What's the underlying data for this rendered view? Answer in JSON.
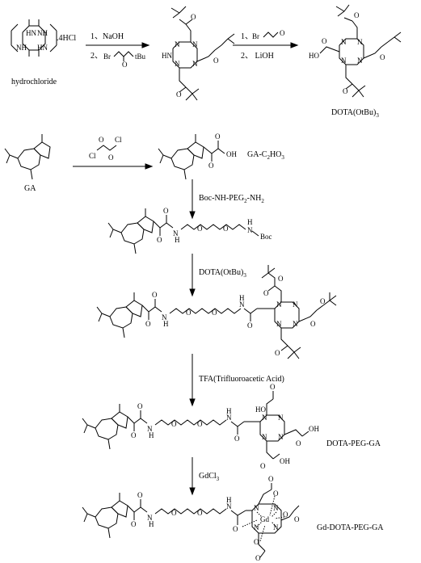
{
  "reagents": {
    "step1_a": "1、NaOH",
    "step1_b_num": "2、",
    "step1_b_tBu": "tBu",
    "step2_a_num": "1、",
    "step2_b": "2、 LiOH",
    "boc_amine": "Boc-NH-PEG",
    "boc_amine_sub": "2",
    "boc_amine_end": "-NH",
    "boc_amine_sub2": "2",
    "dota_tbu": "DOTA(OtBu)",
    "dota_tbu_sub": "3",
    "tfa": "TFA(Trifluoroacetic Acid)",
    "gdcl": "GdCl",
    "gdcl_sub": "3"
  },
  "labels": {
    "hydrochloride": "hydrochloride",
    "hcl": ".4HCl",
    "dota_otbu": "DOTA(OtBu)",
    "dota_otbu_sub": "3",
    "ga": "GA",
    "ga_c2ho3": "GA-C",
    "ga_c2ho3_s1": "2",
    "ga_c2ho3_mid": "HO",
    "ga_c2ho3_s2": "3",
    "dota_peg_ga": "DOTA-PEG-GA",
    "gd_dota_peg_ga": "Gd-DOTA-PEG-GA"
  },
  "atoms": {
    "HN": "HN",
    "NH": "NH",
    "N": "N",
    "O": "O",
    "OH": "OH",
    "HO": "HO",
    "H": "H",
    "Cl": "Cl",
    "Br": "Br",
    "Boc": "Boc",
    "Gd": "Gd"
  }
}
